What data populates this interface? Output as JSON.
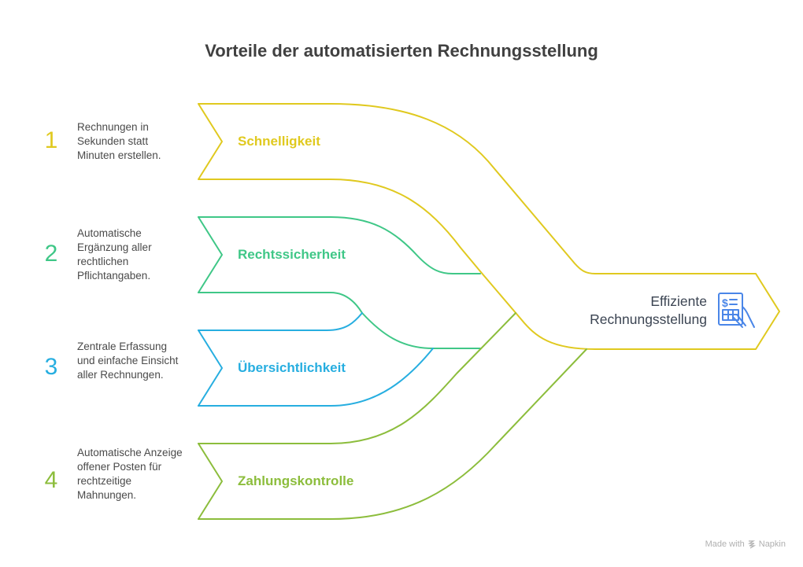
{
  "title": "Vorteile der automatisierten Rechnungsstellung",
  "colors": {
    "yellow": "#e0c91f",
    "green": "#3fc787",
    "blue": "#27aee0",
    "lime": "#8cbd3c",
    "icon_blue": "#4a86e8"
  },
  "items": [
    {
      "number": "1",
      "label": "Schnelligkeit",
      "description": "Rechnungen in Sekunden statt Minuten erstellen."
    },
    {
      "number": "2",
      "label": "Rechtssicherheit",
      "description": "Automatische Ergänzung aller rechtlichen Pflichtangaben."
    },
    {
      "number": "3",
      "label": "Übersichtlichkeit",
      "description": "Zentrale Erfassung und einfache Einsicht aller Rechnungen."
    },
    {
      "number": "4",
      "label": "Zahlungskontrolle",
      "description": "Automatische Anzeige offener Posten für rechtzeitige Mahnungen."
    }
  ],
  "result": {
    "line1": "Effiziente",
    "line2": "Rechnungsstellung",
    "icon": "invoice-hand-icon"
  },
  "footer": {
    "made_with": "Made with",
    "brand": "Napkin"
  }
}
